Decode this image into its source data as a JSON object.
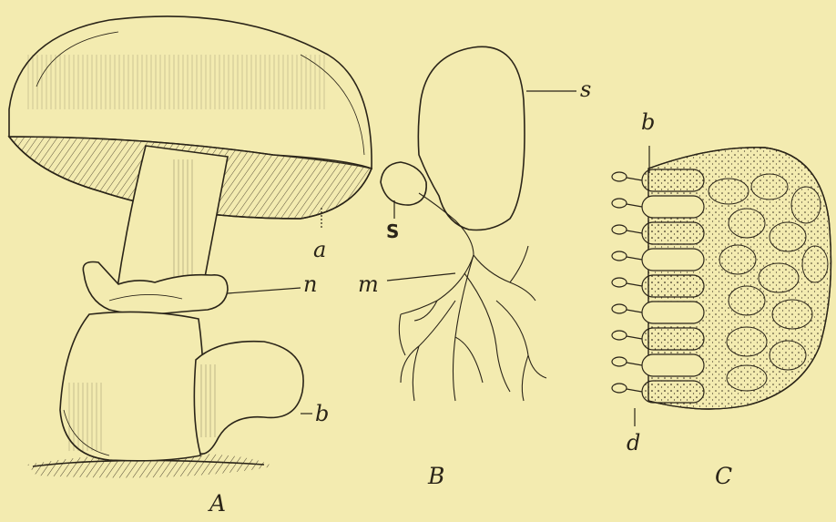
{
  "figure": {
    "panels": [
      {
        "id": "A",
        "caption": "A"
      },
      {
        "id": "B",
        "caption": "B"
      },
      {
        "id": "C",
        "caption": "C"
      }
    ],
    "labels": {
      "a": "a",
      "n": "n",
      "m": "m",
      "b_A": "b",
      "s_upper": "s",
      "s_lower": "S",
      "b_C": "b",
      "d": "d"
    },
    "colors": {
      "background": "#f3ebb0",
      "ink": "#2a2418"
    }
  }
}
